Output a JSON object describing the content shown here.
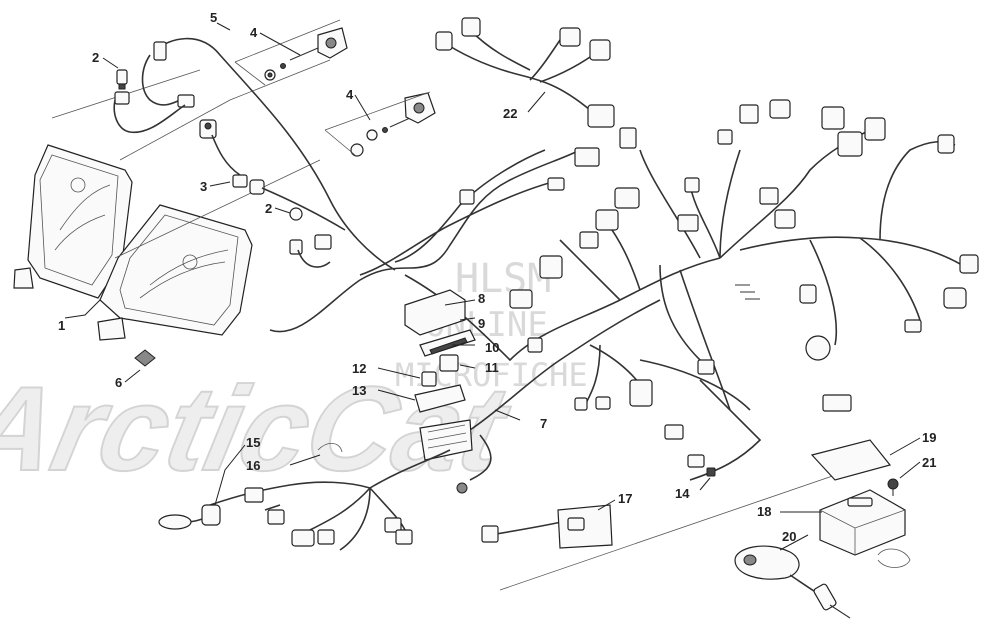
{
  "watermark": {
    "brand": "ArcticCat",
    "lines": [
      "HLSM",
      "ONLINE",
      "MICROFICHE"
    ]
  },
  "callouts": [
    {
      "id": "c1",
      "label": "1"
    },
    {
      "id": "c2a",
      "label": "2"
    },
    {
      "id": "c2b",
      "label": "2"
    },
    {
      "id": "c3",
      "label": "3"
    },
    {
      "id": "c4a",
      "label": "4"
    },
    {
      "id": "c4b",
      "label": "4"
    },
    {
      "id": "c5",
      "label": "5"
    },
    {
      "id": "c6",
      "label": "6"
    },
    {
      "id": "c7",
      "label": "7"
    },
    {
      "id": "c8",
      "label": "8"
    },
    {
      "id": "c9",
      "label": "9"
    },
    {
      "id": "c10",
      "label": "10"
    },
    {
      "id": "c11",
      "label": "11"
    },
    {
      "id": "c12",
      "label": "12"
    },
    {
      "id": "c13",
      "label": "13"
    },
    {
      "id": "c14",
      "label": "14"
    },
    {
      "id": "c15",
      "label": "15"
    },
    {
      "id": "c16",
      "label": "16"
    },
    {
      "id": "c17",
      "label": "17"
    },
    {
      "id": "c18",
      "label": "18"
    },
    {
      "id": "c19",
      "label": "19"
    },
    {
      "id": "c20",
      "label": "20"
    },
    {
      "id": "c21",
      "label": "21"
    },
    {
      "id": "c22",
      "label": "22"
    }
  ]
}
